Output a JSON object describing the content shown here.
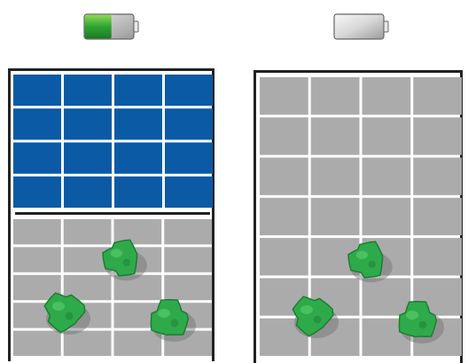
{
  "left_panel": {
    "battery": {
      "charge_fraction": 0.55,
      "charged_color": "#2ea532",
      "empty_color": "#b9b9b9"
    },
    "solar_grid": {
      "rows": 4,
      "cols": 4,
      "cell_color": "#0a5aa5"
    },
    "debris_floor": {
      "rows": 5,
      "cols": 4,
      "tile_color": "#ababab",
      "debris_count": 3
    }
  },
  "right_panel": {
    "battery": {
      "charge_fraction": 0,
      "empty_color": "#d6d6d6"
    },
    "debris_floor": {
      "rows": 7,
      "cols": 4,
      "tile_color": "#ababab",
      "debris_count": 3
    }
  },
  "colors": {
    "frame": "#222222",
    "debris": "#2faa4a",
    "debris_dark": "#1d7d34",
    "grout": "#ffffff"
  }
}
